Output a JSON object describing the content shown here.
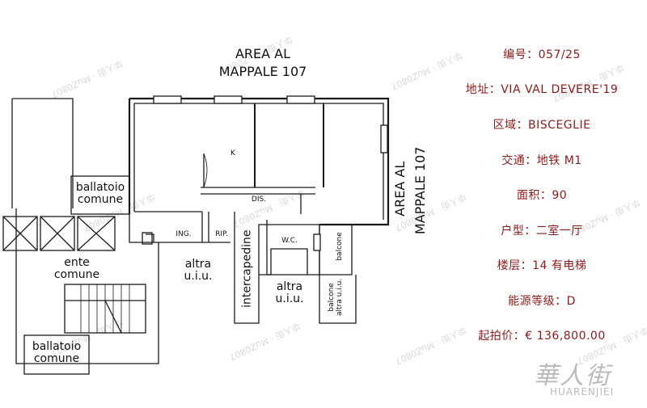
{
  "plan": {
    "area_top_line1": "AREA AL",
    "area_top_line2": "MAPPALE 107",
    "area_right_line1": "AREA AL",
    "area_right_line2": "MAPPALE 107",
    "ballatoio_top_line1": "ballatoio",
    "ballatoio_top_line2": "comune",
    "ente_line1": "ente",
    "ente_line2": "comune",
    "ballatoio_bottom_line1": "ballatoio",
    "ballatoio_bottom_line2": "comune",
    "kitchen": "K",
    "dis": "DIS.",
    "ing": "ING.",
    "rip": "RIP.",
    "wc": "W.C.",
    "balcone_right": "balcone",
    "altra_uiu_1_line1": "altra",
    "altra_uiu_1_line2": "u.i.u.",
    "intercapedine": "intercapedine",
    "altra_uiu_2_line1": "altra",
    "altra_uiu_2_line2": "u.i.u.",
    "balcone_altra_line1": "balcone",
    "balcone_altra_line2": "altra u.i.u."
  },
  "info": {
    "rows": [
      "编号：057/25",
      "地址：VIA VAL DEVERE'19",
      "区域：BISCEGLIE",
      "交通：地铁 M1",
      "面积：90",
      "户型：二室一厅",
      "楼层：14 有电梯",
      "能源等级：D",
      "起拍价：€ 136,800.00"
    ]
  },
  "watermark_text": "华人街 · MuZ0807",
  "logo": {
    "script": "華人街",
    "text": "HUARENJIEI"
  },
  "colors": {
    "info_text": "#8b1a1a",
    "plan_line": "#1a1a1a"
  }
}
